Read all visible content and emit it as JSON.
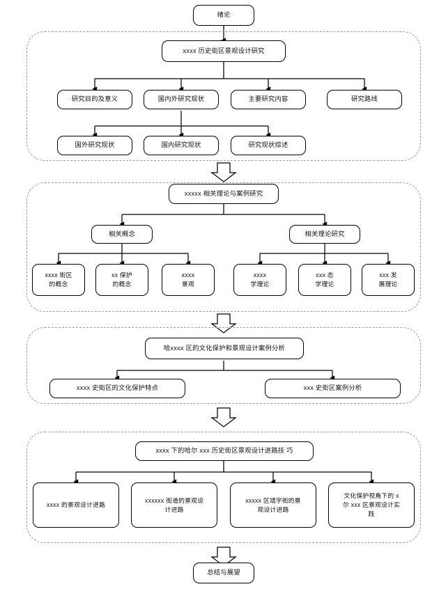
{
  "diagram": {
    "title_top": "绪论",
    "title_bottom": "总结与展望",
    "sections": [
      {
        "name": "introduction",
        "head": "xxxx 历史街区景观设计研究",
        "row1": [
          "研究目的及意义",
          "国内外研究现状",
          "主要研究内容",
          "研究路线"
        ],
        "row2": [
          "国外研究现状",
          "国内研究现状",
          "研究现状综述"
        ]
      },
      {
        "name": "theory",
        "head": "xxxxx 相关理论与案例研究",
        "mid": [
          "相关概念",
          "相关理论研究"
        ],
        "leaves_left": [
          "xxxx 街区\n的概念",
          "xx 保护\n的概念",
          "xxxx\n景观"
        ],
        "leaves_right": [
          "xxxx\n学理论",
          "xxx 态\n学理论",
          "xxx 发\n展理论"
        ]
      },
      {
        "name": "case-analysis",
        "head": "哈xxxx 区的文化保护和景观设计案例分析",
        "row1": [
          "xxxx 史街区的文化保护特点",
          "xxx 史街区案例分析"
        ]
      },
      {
        "name": "design-approach",
        "head": "xxxx 下的哈尔 xxx 历史街区景观设计进路技 巧",
        "row1": [
          "xxxx 的景观设计进路",
          "xxxxxx 街道的景观设\n计进路",
          "xxxxx 区靖宇街的景\n观设计进路",
          "文化保护视角下的 x\n尔 xxx 区景观设计实\n践"
        ]
      }
    ],
    "connector_icon": "down-block-arrow",
    "colors": {
      "stroke": "#000000",
      "group_border": "#9a9a9a",
      "background": "#ffffff"
    }
  }
}
